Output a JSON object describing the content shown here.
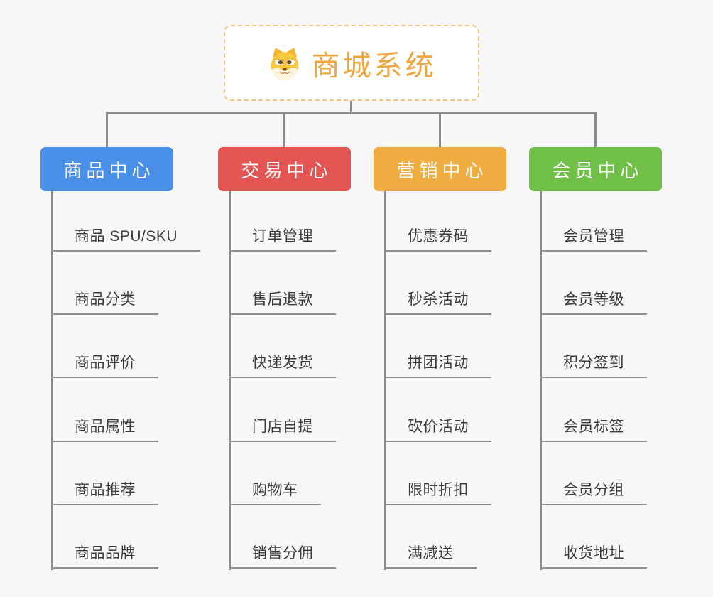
{
  "page": {
    "background": "#f7f7f7"
  },
  "root": {
    "title": "商城系统",
    "title_color": "#efa73d",
    "border_color": "#f4c57c",
    "icon": "doge-icon"
  },
  "branches": [
    {
      "label": "商品中心",
      "color": "#4a90e8",
      "items": [
        "商品 SPU/SKU",
        "商品分类",
        "商品评价",
        "商品属性",
        "商品推荐",
        "商品品牌"
      ]
    },
    {
      "label": "交易中心",
      "color": "#e25552",
      "items": [
        "订单管理",
        "售后退款",
        "快递发货",
        "门店自提",
        "购物车",
        "销售分佣"
      ]
    },
    {
      "label": "营销中心",
      "color": "#efac40",
      "items": [
        "优惠券码",
        "秒杀活动",
        "拼团活动",
        "砍价活动",
        "限时折扣",
        "满减送"
      ]
    },
    {
      "label": "会员中心",
      "color": "#70c048",
      "items": [
        "会员管理",
        "会员等级",
        "积分签到",
        "会员标签",
        "会员分组",
        "收货地址"
      ]
    }
  ],
  "connector_color": "#8a8a8a"
}
